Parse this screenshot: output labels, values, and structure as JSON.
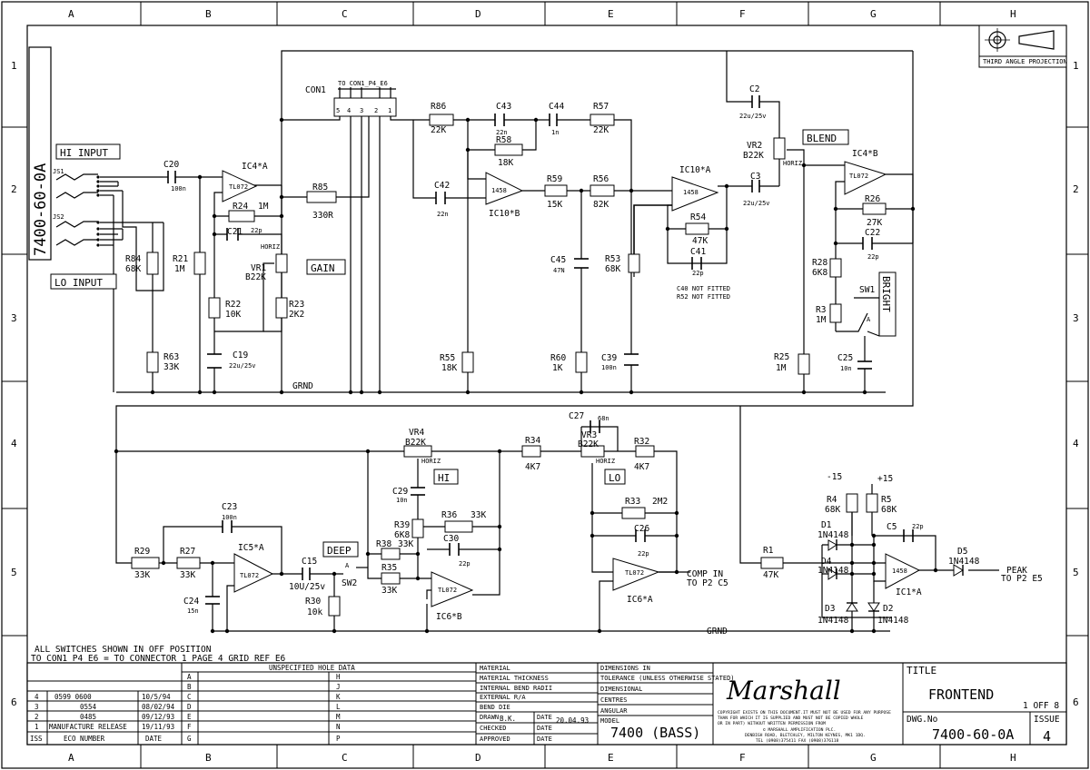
{
  "grid": {
    "cols": [
      "A",
      "B",
      "C",
      "D",
      "E",
      "F",
      "G",
      "H"
    ],
    "rows": [
      "1",
      "2",
      "3",
      "4",
      "5",
      "6"
    ]
  },
  "drawing_number_vertical": "7400-60-0A",
  "projection": {
    "label": "THIRD ANGLE PROJECTION"
  },
  "inputs": {
    "hi_input": "HI INPUT",
    "lo_input": "LO INPUT",
    "js1": "JS1",
    "js2": "JS2"
  },
  "connector": {
    "name": "CON1",
    "to": "TO CON1_P4_E6",
    "pins": [
      "5",
      "4",
      "3",
      "2",
      "1"
    ]
  },
  "controls": {
    "gain": "GAIN",
    "blend": "BLEND",
    "bright": "BRIGHT",
    "hi": "HI",
    "lo": "LO",
    "deep": "DEEP",
    "horiz": "HORIZ",
    "sw1": "SW1",
    "sw2": "SW2",
    "sw_a": "A"
  },
  "components": {
    "c20": {
      "ref": "C20",
      "val": "100n"
    },
    "ic4a": {
      "ref": "IC4*A",
      "type": "TL072"
    },
    "r24": {
      "ref": "R24",
      "val": "1M"
    },
    "c21": {
      "ref": "C21",
      "val": "22p"
    },
    "vr1": {
      "ref": "VR1",
      "val": "B22K"
    },
    "r84": {
      "ref": "R84",
      "val": "68K"
    },
    "r21": {
      "ref": "R21",
      "val": "1M"
    },
    "r22": {
      "ref": "R22",
      "val": "10K"
    },
    "r23": {
      "ref": "R23",
      "val": "2K2"
    },
    "r63": {
      "ref": "R63",
      "val": "33K"
    },
    "c19": {
      "ref": "C19",
      "val": "22u/25v"
    },
    "r85": {
      "ref": "R85",
      "val": "330R"
    },
    "r86": {
      "ref": "R86",
      "val": "22K"
    },
    "c43": {
      "ref": "C43",
      "val": "22n"
    },
    "r58": {
      "ref": "R58",
      "val": "18K"
    },
    "c44": {
      "ref": "C44",
      "val": "1n"
    },
    "r57": {
      "ref": "R57",
      "val": "22K"
    },
    "c42": {
      "ref": "C42",
      "val": "22n"
    },
    "ic10b": {
      "ref": "IC10*B",
      "type": "1458"
    },
    "r59": {
      "ref": "R59",
      "val": "15K"
    },
    "r56": {
      "ref": "R56",
      "val": "82K"
    },
    "c45": {
      "ref": "C45",
      "val": "47N"
    },
    "r53": {
      "ref": "R53",
      "val": "68K"
    },
    "r55": {
      "ref": "R55",
      "val": "18K"
    },
    "r60": {
      "ref": "R60",
      "val": "1K"
    },
    "c39": {
      "ref": "C39",
      "val": "100n"
    },
    "ic10a": {
      "ref": "IC10*A",
      "type": "1458"
    },
    "r54": {
      "ref": "R54",
      "val": "47K"
    },
    "c41": {
      "ref": "C41",
      "val": "22p"
    },
    "c2": {
      "ref": "C2",
      "val": "22u/25v"
    },
    "vr2": {
      "ref": "VR2",
      "val": "B22K"
    },
    "c3": {
      "ref": "C3",
      "val": "22u/25v"
    },
    "ic4b": {
      "ref": "IC4*B",
      "type": "TL072"
    },
    "r26": {
      "ref": "R26",
      "val": "27K"
    },
    "c22": {
      "ref": "C22",
      "val": "22p"
    },
    "r28": {
      "ref": "R28",
      "val": "6K8"
    },
    "r3": {
      "ref": "R3",
      "val": "1M"
    },
    "r25": {
      "ref": "R25",
      "val": "1M"
    },
    "c25": {
      "ref": "C25",
      "val": "10n"
    },
    "c23": {
      "ref": "C23",
      "val": "100n"
    },
    "r29": {
      "ref": "R29",
      "val": "33K"
    },
    "r27": {
      "ref": "R27",
      "val": "33K"
    },
    "ic5a": {
      "ref": "IC5*A",
      "type": "TL072"
    },
    "c24": {
      "ref": "C24",
      "val": "15n"
    },
    "c15": {
      "ref": "C15",
      "val": "10U/25v"
    },
    "r30": {
      "ref": "R30",
      "val": "10k"
    },
    "vr4": {
      "ref": "VR4",
      "val": "B22K"
    },
    "c29": {
      "ref": "C29",
      "val": "10n"
    },
    "r39": {
      "ref": "R39",
      "val": "6K8"
    },
    "r38": {
      "ref": "R38",
      "val": "33K"
    },
    "r36": {
      "ref": "R36",
      "val": "33K"
    },
    "c30": {
      "ref": "C30",
      "val": "22p"
    },
    "r35": {
      "ref": "R35",
      "val": "33K"
    },
    "ic6b": {
      "ref": "IC6*B",
      "type": "TL072"
    },
    "r34": {
      "ref": "R34",
      "val": "4K7"
    },
    "c27": {
      "ref": "C27",
      "val": "68n"
    },
    "vr3": {
      "ref": "VR3",
      "val": "B22K"
    },
    "r32": {
      "ref": "R32",
      "val": "4K7"
    },
    "r33": {
      "ref": "R33",
      "val": "2M2"
    },
    "c26": {
      "ref": "C26",
      "val": "22p"
    },
    "ic6a": {
      "ref": "IC6*A",
      "type": "TL072"
    },
    "r1": {
      "ref": "R1",
      "val": "47K"
    },
    "r4": {
      "ref": "R4",
      "val": "68K"
    },
    "r5": {
      "ref": "R5",
      "val": "68K"
    },
    "d1": {
      "ref": "D1",
      "val": "1N4148"
    },
    "d4": {
      "ref": "D4",
      "val": "1N4148"
    },
    "d3": {
      "ref": "D3",
      "val": "1N4148"
    },
    "d2": {
      "ref": "D2",
      "val": "1N4148"
    },
    "c5": {
      "ref": "C5",
      "val": "22p"
    },
    "ic1a": {
      "ref": "IC1*A",
      "type": "1458"
    },
    "d5": {
      "ref": "D5",
      "val": "1N4148"
    }
  },
  "rails": {
    "neg": "-15",
    "pos": "+15",
    "grnd": "GRND"
  },
  "notes": {
    "not_fitted_1": "C40 NOT FITTED",
    "not_fitted_2": "R52 NOT FITTED",
    "comp_in_1": "COMP IN",
    "comp_in_2": "TO P2 C5",
    "peak_1": "PEAK",
    "peak_2": "TO P2 E5",
    "switches_1": "ALL SWITCHES SHOWN IN OFF POSITION",
    "switches_2": "TO CON1_P4_E6 = TO CONNECTOR 1 PAGE 4 GRID REF E6"
  },
  "title_block": {
    "revisions": [
      {
        "iss": "4",
        "eco": "0599  0600",
        "date": "10/5/94",
        "letter": "C"
      },
      {
        "iss": "3",
        "eco": "0554",
        "date": "08/02/94",
        "letter": "D"
      },
      {
        "iss": "2",
        "eco": "0485",
        "date": "09/12/93",
        "letter": "E"
      },
      {
        "iss": "1",
        "eco": "MANUFACTURE RELEASE",
        "date": "19/11/93",
        "letter": "F"
      }
    ],
    "rev_letters_top": [
      "A",
      "B"
    ],
    "rev_letter_bottom": "G",
    "hdr_iss": "ISS",
    "hdr_eco": "ECO NUMBER",
    "hdr_date": "DATE",
    "hole_data": "UNSPECIFIED HOLE DATA",
    "hole_letters": [
      "H",
      "J",
      "K",
      "L",
      "M",
      "N",
      "P"
    ],
    "material": "MATERIAL",
    "material_thickness": "MATERIAL THICKNESS",
    "bend_radii": "INTERNAL BEND RADII",
    "external_ra": "EXTERNAL R/A",
    "bend_die": "BEND DIE",
    "drawn": "DRAWN",
    "drawn_by": "B.K.",
    "date_label": "DATE",
    "drawn_date": "20.04.93",
    "checked": "CHECKED",
    "approved": "APPROVED",
    "dims_in": "DIMENSIONS IN",
    "tolerance": "TOLERANCE (UNLESS OTHERWISE STATED)",
    "dimensional": "DIMENSIONAL",
    "centres": "CENTRES",
    "angular": "ANGULAR",
    "model_label": "MODEL",
    "model": "7400 (BASS)",
    "brand": "Marshall",
    "copyright_1": "COPYRIGHT EXISTS ON THIS DOCUMENT.IT MUST NOT BE USED FOR ANY PURPOSE",
    "copyright_2": "THAN FOR WHICH IT IS SUPPLIED AND MUST NOT BE COPIED WHOLE",
    "copyright_3": "OR IN PART) WITHOUT WRITTEN PERMISSION FROM",
    "copyright_4": "© MARSHALL AMPLIFICATION PLC.",
    "copyright_5": "DENBIGH ROAD, BLETCHLEY, MILTON KEYNES, MK1 1DQ.",
    "copyright_6": "TEL (0908)375411 FAX (0908)376118",
    "title_label": "TITLE",
    "title": "FRONTEND",
    "sheet": "1 OFF 8",
    "dwg_label": "DWG.No",
    "dwg_no": "7400-60-0A",
    "issue_label": "ISSUE",
    "issue": "4"
  }
}
